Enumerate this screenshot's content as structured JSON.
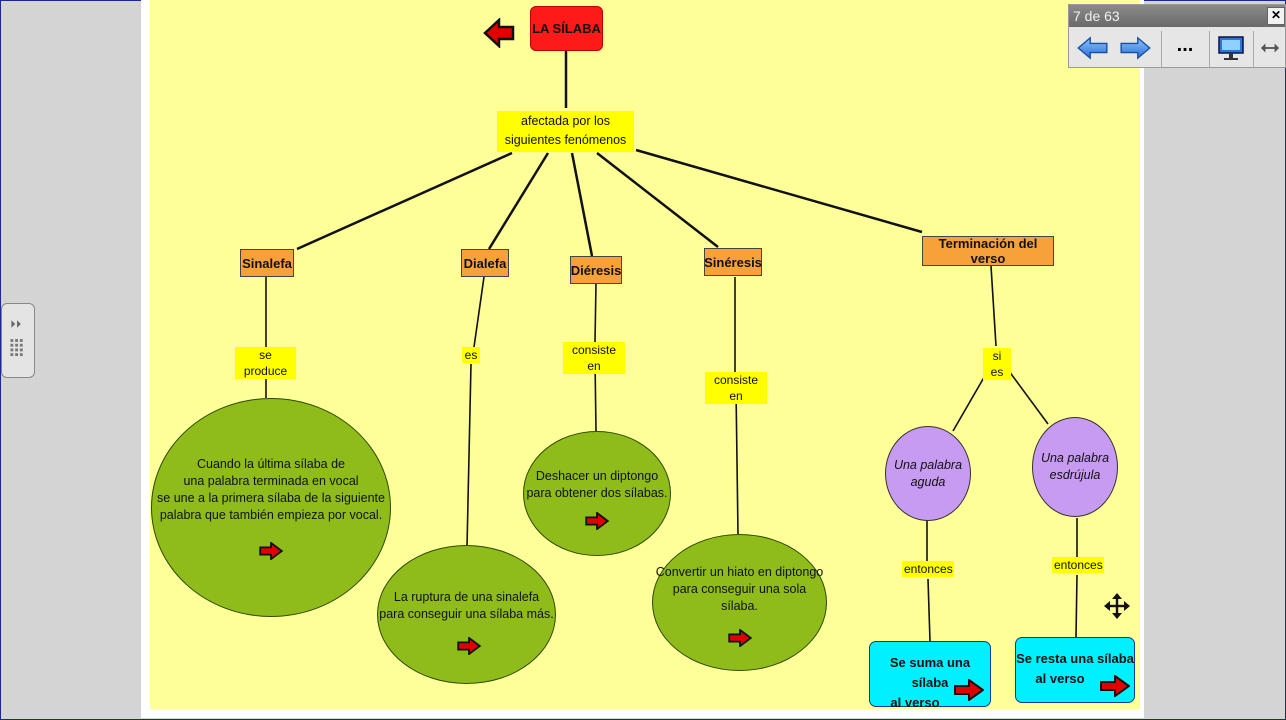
{
  "viewer": {
    "page_counter": "7 de 63",
    "close_label": "✕",
    "more_label": "..."
  },
  "map": {
    "title": "LA SÍLABA",
    "connector_top": "afectada por los siguientes fenómenos",
    "concepts": {
      "sinalefa": "Sinalefa",
      "dialefa": "Dialefa",
      "dieresis": "Diéresis",
      "sineresis": "Sinéresis",
      "terminacion": "Terminación del verso"
    },
    "links": {
      "se_produce": "se produce",
      "es": "es",
      "consiste_en_1": "consiste en",
      "consiste_en_2": "consiste en",
      "si_es": "si es",
      "entonces_1": "entonces",
      "entonces_2": "entonces"
    },
    "definitions": {
      "sinalefa_l1": "Cuando la última sílaba de",
      "sinalefa_l2": "una palabra terminada en vocal",
      "sinalefa_l3": "se une a la primera sílaba de la siguiente",
      "sinalefa_l4": "palabra que también empieza por vocal.",
      "dialefa_l1": "La ruptura de una sinalefa",
      "dialefa_l2": "para conseguir una sílaba más.",
      "dieresis_l1": "Deshacer un diptongo",
      "dieresis_l2": "para obtener dos sílabas.",
      "sineresis_l1": "Convertir un hiato en diptongo",
      "sineresis_l2": "para conseguir una sola sílaba.",
      "aguda_l1": "Una palabra",
      "aguda_l2": "aguda",
      "esdrujula_l1": "Una palabra",
      "esdrujula_l2": "esdrújula",
      "suma_l1": "Se suma una sílaba",
      "suma_l2": "al verso",
      "resta_l1": "Se resta una sílaba",
      "resta_l2": "al verso"
    }
  },
  "colors": {
    "canvas": "#ffff99",
    "title": "#ff1a1a",
    "concept": "#f7a13b",
    "definition": "#8fbc1a",
    "option": "#c79bf2",
    "result": "#00f0ff",
    "link_label": "#ffff00"
  },
  "icons": [
    "back-arrow-icon",
    "red-right-arrow-icon",
    "nav-prev-icon",
    "nav-next-icon",
    "more-icon",
    "presentation-icon",
    "fit-width-icon",
    "collapse-panel-icon",
    "move-cursor-icon"
  ]
}
